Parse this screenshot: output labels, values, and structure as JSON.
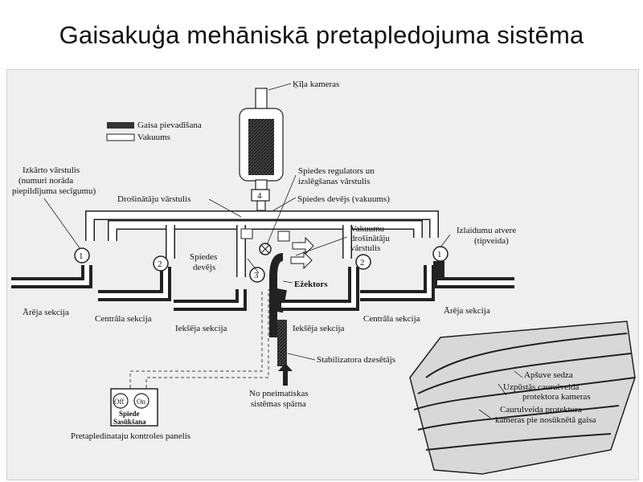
{
  "title": "Gaisakuģa mehāniskā pretapledojuma sistēma",
  "legend": {
    "supply": "Gaisa pievadīšana",
    "vacuum": "Vakuums"
  },
  "labels": {
    "kila_kameras": "Ķīļa kameras",
    "izkarto_1": "Izkārto vārstulis",
    "izkarto_2": "(numuri norāda",
    "izkarto_3": "piepildījuma secīgumu)",
    "drosinataju_varstulis": "Drošinātāju vārstulis",
    "spiedes_regulators_1": "Spiedes regulators un",
    "spiedes_regulators_2": "izslēgšanas vārstulis",
    "spiedes_devejs_vakuums": "Spiedes devējs (vakuums)",
    "vakuumu_1": "Vakuumu",
    "vakuumu_2": "drošinātāju",
    "vakuumu_3": "vārstulis",
    "izlaidumu_1": "Izlaidumu atvere",
    "izlaidumu_2": "(tipveida)",
    "spiedes_devejs_1": "Spiedes",
    "spiedes_devejs_2": "devējs",
    "ezektors": "Ežektors",
    "areja_left": "Ārēja sekcija",
    "centrala_left": "Centrāla sekcija",
    "ieksejа_left": "Iekšēja sekcija",
    "ieksejа_right": "Iekšēja sekcija",
    "centrala_right": "Centrāla sekcija",
    "areja_right": "Ārēja sekcija",
    "stabilizatora": "Stabilizatora dzesētājs",
    "no_pneim_1": "No pneimatiskas",
    "no_pneim_2": "sistēmas spārna",
    "off": "Off",
    "on": "On",
    "spiede_1": "Spiede",
    "spiede_2": "Sasūkšana",
    "panel": "Pretapledinataju kontroles panelis",
    "apsuve": "Apšuve sedza",
    "uzpustas_1": "Uzpūstās caurulveida",
    "uzpustas_2": "protektora kameras",
    "caurulveida_1": "Caurulveida protektora",
    "caurulveida_2": "kameras pie nosūknētā gaisa"
  },
  "valves": {
    "v4": "4",
    "v1_left": "1",
    "v2_left": "2",
    "v3": "3",
    "v2_right": "2",
    "v1_right": "1"
  }
}
